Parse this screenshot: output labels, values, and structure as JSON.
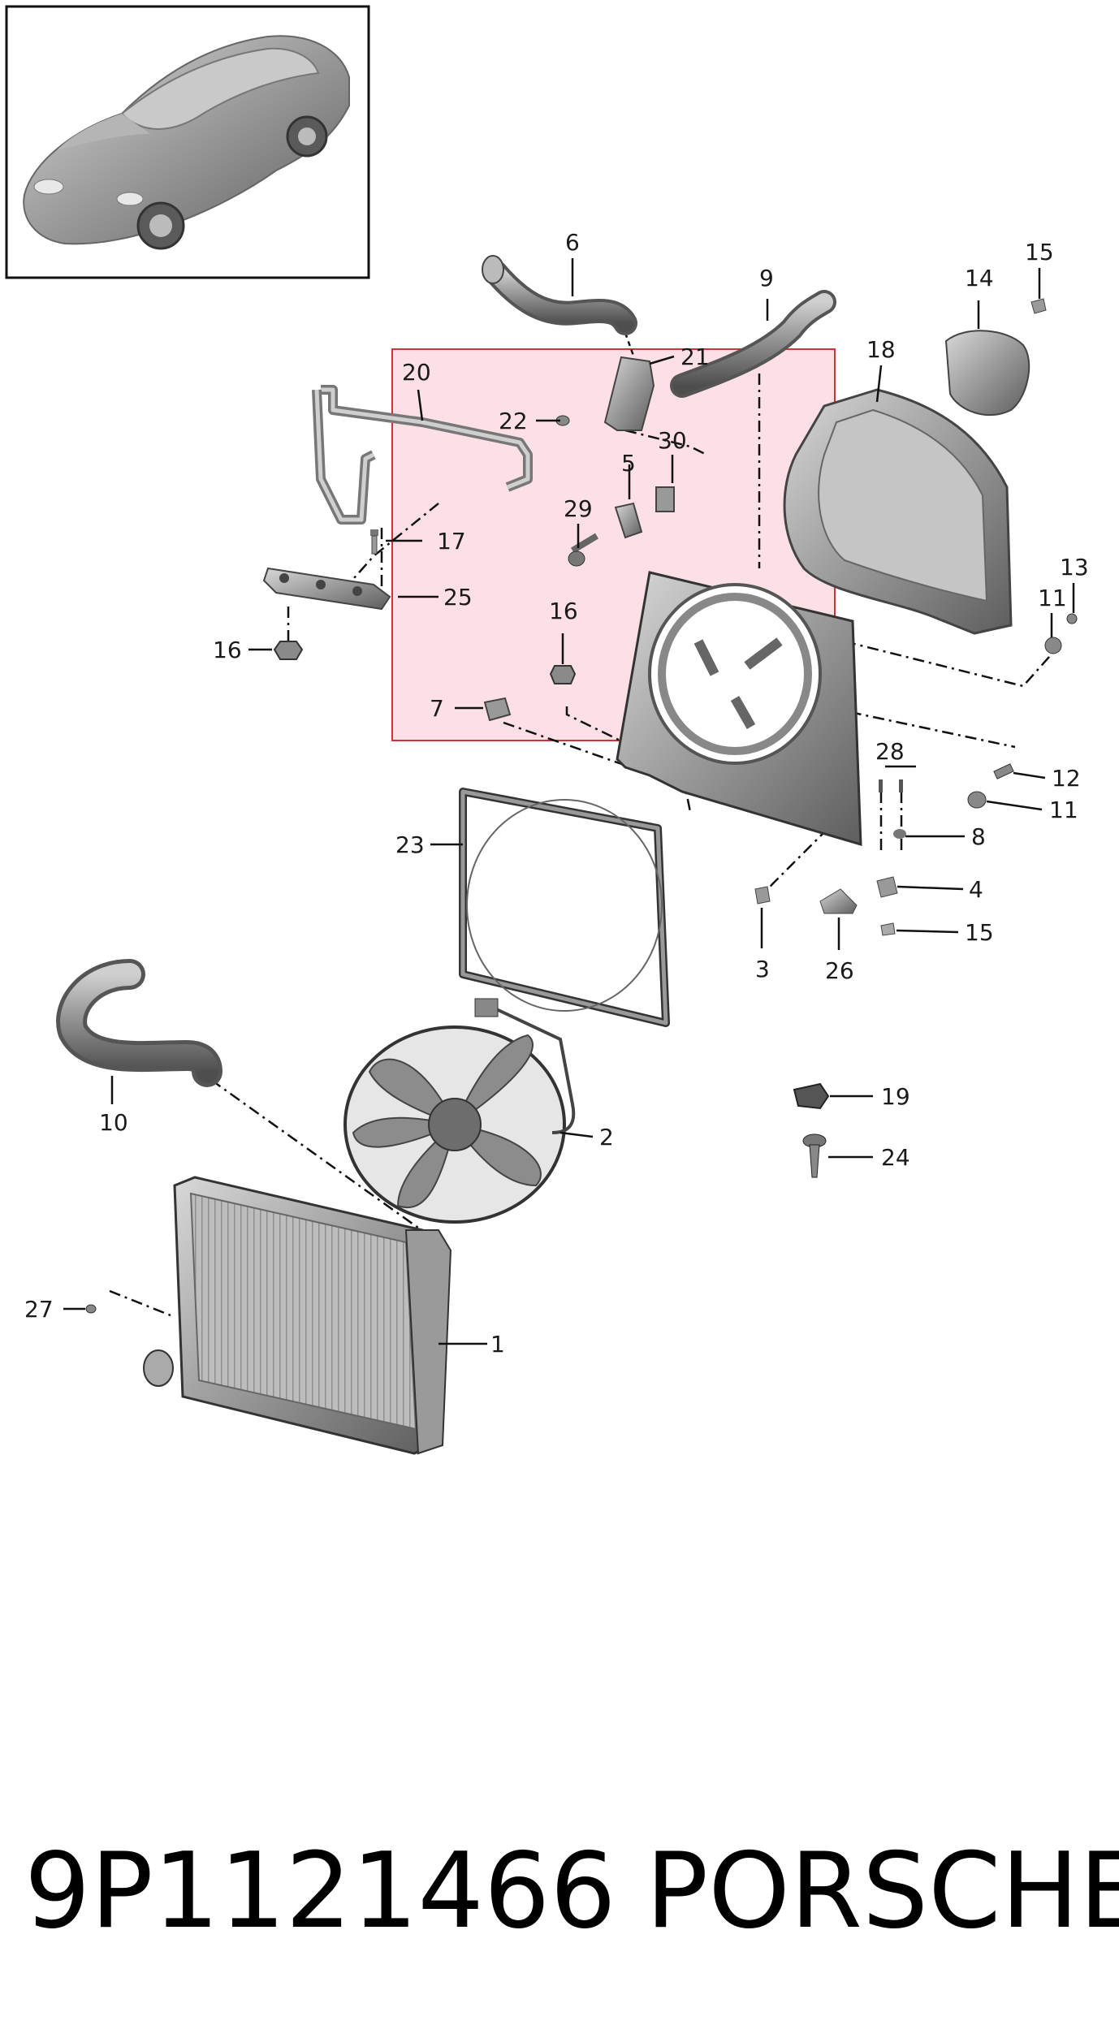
{
  "colors": {
    "highlight_fill": "#f9c7cf",
    "highlight_stroke": "#d1323c",
    "part_gray": "#8a8a8a",
    "part_dark": "#555555",
    "frame_border": "#111111"
  },
  "callouts": {
    "c1": "1",
    "c2": "2",
    "c3": "3",
    "c4": "4",
    "c5": "5",
    "c6": "6",
    "c7": "7",
    "c8": "8",
    "c9": "9",
    "c10": "10",
    "c11a": "11",
    "c11b": "11",
    "c12": "12",
    "c13": "13",
    "c14": "14",
    "c15a": "15",
    "c15b": "15",
    "c16a": "16",
    "c16b": "16",
    "c17": "17",
    "c18": "18",
    "c19": "19",
    "c20": "20",
    "c21": "21",
    "c22": "22",
    "c23": "23",
    "c24": "24",
    "c25": "25",
    "c26": "26",
    "c27": "27",
    "c28": "28",
    "c29": "29",
    "c30": "30"
  },
  "footer": {
    "part_number": "9P1121466",
    "brand": "PORSCHE"
  }
}
